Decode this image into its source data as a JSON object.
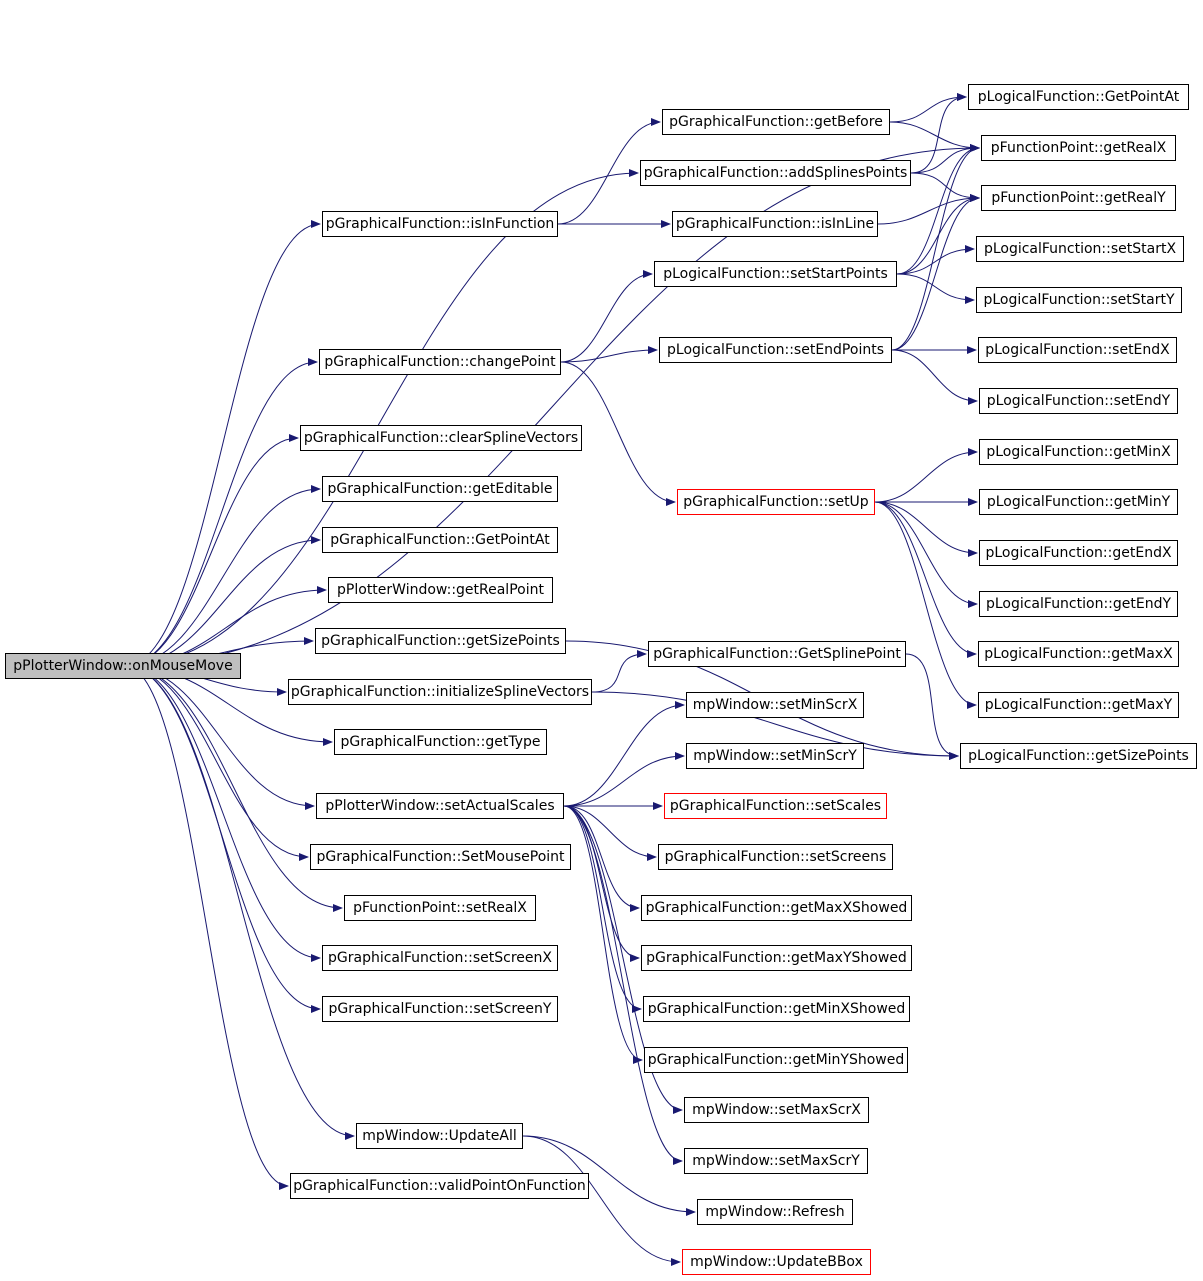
{
  "nodes": [
    {
      "id": "root",
      "label": "pPlotterWindow::onMouseMove",
      "root": true
    },
    {
      "id": "isInFunction",
      "label": "pGraphicalFunction::isInFunction"
    },
    {
      "id": "changePoint",
      "label": "pGraphicalFunction::changePoint"
    },
    {
      "id": "clearSplineVectors",
      "label": "pGraphicalFunction::clearSplineVectors"
    },
    {
      "id": "getEditable",
      "label": "pGraphicalFunction::getEditable"
    },
    {
      "id": "gfGetPointAt",
      "label": "pGraphicalFunction::GetPointAt"
    },
    {
      "id": "getRealPoint",
      "label": "pPlotterWindow::getRealPoint"
    },
    {
      "id": "gfGetSizePoints",
      "label": "pGraphicalFunction::getSizePoints"
    },
    {
      "id": "initializeSplineVectors",
      "label": "pGraphicalFunction::initializeSplineVectors"
    },
    {
      "id": "getType",
      "label": "pGraphicalFunction::getType"
    },
    {
      "id": "setActualScales",
      "label": "pPlotterWindow::setActualScales"
    },
    {
      "id": "SetMousePoint",
      "label": "pGraphicalFunction::SetMousePoint"
    },
    {
      "id": "fpSetRealX",
      "label": "pFunctionPoint::setRealX"
    },
    {
      "id": "setScreenX",
      "label": "pGraphicalFunction::setScreenX"
    },
    {
      "id": "setScreenY",
      "label": "pGraphicalFunction::setScreenY"
    },
    {
      "id": "UpdateAll",
      "label": "mpWindow::UpdateAll"
    },
    {
      "id": "validPointOnFunction",
      "label": "pGraphicalFunction::validPointOnFunction"
    },
    {
      "id": "getBefore",
      "label": "pGraphicalFunction::getBefore"
    },
    {
      "id": "addSplinesPoints",
      "label": "pGraphicalFunction::addSplinesPoints"
    },
    {
      "id": "isInLine",
      "label": "pGraphicalFunction::isInLine"
    },
    {
      "id": "setStartPoints",
      "label": "pLogicalFunction::setStartPoints"
    },
    {
      "id": "setEndPoints",
      "label": "pLogicalFunction::setEndPoints"
    },
    {
      "id": "setUp",
      "label": "pGraphicalFunction::setUp",
      "red": true
    },
    {
      "id": "GetSplinePoint",
      "label": "pGraphicalFunction::GetSplinePoint"
    },
    {
      "id": "setMinScrX",
      "label": "mpWindow::setMinScrX"
    },
    {
      "id": "setMinScrY",
      "label": "mpWindow::setMinScrY"
    },
    {
      "id": "setScales",
      "label": "pGraphicalFunction::setScales",
      "red": true
    },
    {
      "id": "setScreens",
      "label": "pGraphicalFunction::setScreens"
    },
    {
      "id": "getMaxXShowed",
      "label": "pGraphicalFunction::getMaxXShowed"
    },
    {
      "id": "getMaxYShowed",
      "label": "pGraphicalFunction::getMaxYShowed"
    },
    {
      "id": "getMinXShowed",
      "label": "pGraphicalFunction::getMinXShowed"
    },
    {
      "id": "getMinYShowed",
      "label": "pGraphicalFunction::getMinYShowed"
    },
    {
      "id": "setMaxScrX",
      "label": "mpWindow::setMaxScrX"
    },
    {
      "id": "setMaxScrY",
      "label": "mpWindow::setMaxScrY"
    },
    {
      "id": "Refresh",
      "label": "mpWindow::Refresh"
    },
    {
      "id": "UpdateBBox",
      "label": "mpWindow::UpdateBBox",
      "red": true
    },
    {
      "id": "lfGetPointAt",
      "label": "pLogicalFunction::GetPointAt"
    },
    {
      "id": "getRealX",
      "label": "pFunctionPoint::getRealX"
    },
    {
      "id": "getRealY",
      "label": "pFunctionPoint::getRealY"
    },
    {
      "id": "setStartX",
      "label": "pLogicalFunction::setStartX"
    },
    {
      "id": "setStartY",
      "label": "pLogicalFunction::setStartY"
    },
    {
      "id": "setEndX",
      "label": "pLogicalFunction::setEndX"
    },
    {
      "id": "setEndY",
      "label": "pLogicalFunction::setEndY"
    },
    {
      "id": "getMinX",
      "label": "pLogicalFunction::getMinX"
    },
    {
      "id": "getMinY",
      "label": "pLogicalFunction::getMinY"
    },
    {
      "id": "getEndX",
      "label": "pLogicalFunction::getEndX"
    },
    {
      "id": "getEndY",
      "label": "pLogicalFunction::getEndY"
    },
    {
      "id": "getMaxX",
      "label": "pLogicalFunction::getMaxX"
    },
    {
      "id": "getMaxY",
      "label": "pLogicalFunction::getMaxY"
    },
    {
      "id": "lfGetSizePoints",
      "label": "pLogicalFunction::getSizePoints"
    }
  ],
  "edges": [
    [
      "root",
      "isInFunction"
    ],
    [
      "root",
      "changePoint"
    ],
    [
      "root",
      "clearSplineVectors"
    ],
    [
      "root",
      "getEditable"
    ],
    [
      "root",
      "gfGetPointAt"
    ],
    [
      "root",
      "getRealPoint"
    ],
    [
      "root",
      "gfGetSizePoints"
    ],
    [
      "root",
      "initializeSplineVectors"
    ],
    [
      "root",
      "getType"
    ],
    [
      "root",
      "setActualScales"
    ],
    [
      "root",
      "SetMousePoint"
    ],
    [
      "root",
      "fpSetRealX"
    ],
    [
      "root",
      "setScreenX"
    ],
    [
      "root",
      "setScreenY"
    ],
    [
      "root",
      "UpdateAll"
    ],
    [
      "root",
      "validPointOnFunction"
    ],
    [
      "root",
      "addSplinesPoints"
    ],
    [
      "root",
      "getRealX"
    ],
    [
      "isInFunction",
      "getBefore"
    ],
    [
      "isInFunction",
      "isInLine"
    ],
    [
      "changePoint",
      "setStartPoints"
    ],
    [
      "changePoint",
      "setEndPoints"
    ],
    [
      "changePoint",
      "setUp"
    ],
    [
      "gfGetSizePoints",
      "lfGetSizePoints"
    ],
    [
      "initializeSplineVectors",
      "GetSplinePoint"
    ],
    [
      "initializeSplineVectors",
      "lfGetSizePoints"
    ],
    [
      "setActualScales",
      "setMinScrX"
    ],
    [
      "setActualScales",
      "setMinScrY"
    ],
    [
      "setActualScales",
      "setScales"
    ],
    [
      "setActualScales",
      "setScreens"
    ],
    [
      "setActualScales",
      "getMaxXShowed"
    ],
    [
      "setActualScales",
      "getMaxYShowed"
    ],
    [
      "setActualScales",
      "getMinXShowed"
    ],
    [
      "setActualScales",
      "getMinYShowed"
    ],
    [
      "setActualScales",
      "setMaxScrX"
    ],
    [
      "setActualScales",
      "setMaxScrY"
    ],
    [
      "UpdateAll",
      "Refresh"
    ],
    [
      "UpdateAll",
      "UpdateBBox"
    ],
    [
      "getBefore",
      "lfGetPointAt"
    ],
    [
      "getBefore",
      "getRealX"
    ],
    [
      "addSplinesPoints",
      "lfGetPointAt"
    ],
    [
      "addSplinesPoints",
      "getRealX"
    ],
    [
      "addSplinesPoints",
      "getRealY"
    ],
    [
      "isInLine",
      "getRealY"
    ],
    [
      "setStartPoints",
      "getRealX"
    ],
    [
      "setStartPoints",
      "getRealY"
    ],
    [
      "setStartPoints",
      "setStartX"
    ],
    [
      "setStartPoints",
      "setStartY"
    ],
    [
      "setEndPoints",
      "getRealX"
    ],
    [
      "setEndPoints",
      "getRealY"
    ],
    [
      "setEndPoints",
      "setEndX"
    ],
    [
      "setEndPoints",
      "setEndY"
    ],
    [
      "setUp",
      "getMinX"
    ],
    [
      "setUp",
      "getMinY"
    ],
    [
      "setUp",
      "getEndX"
    ],
    [
      "setUp",
      "getEndY"
    ],
    [
      "setUp",
      "getMaxX"
    ],
    [
      "setUp",
      "getMaxY"
    ],
    [
      "GetSplinePoint",
      "lfGetSizePoints"
    ]
  ],
  "colors": {
    "edge": "#191970",
    "root_fill": "#bfbfbf",
    "red_border": "#ff0000"
  }
}
